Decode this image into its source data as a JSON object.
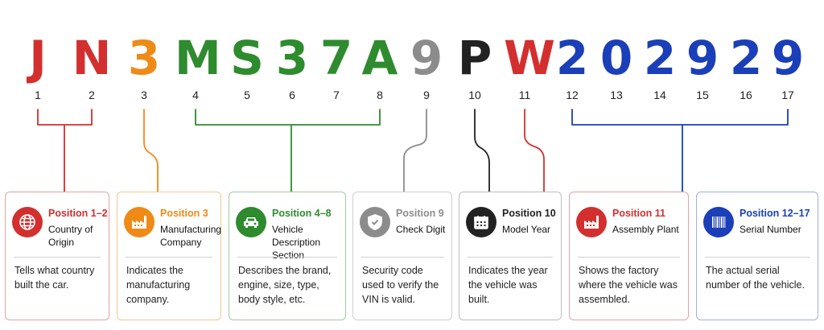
{
  "colors": {
    "red": "#d32f2f",
    "orange": "#ef8a17",
    "green": "#2e8b2e",
    "gray": "#8c8c8c",
    "black": "#222222",
    "blue": "#1a3fb8"
  },
  "vin": {
    "characters": [
      "J",
      "N",
      "3",
      "M",
      "S",
      "3",
      "7",
      "A",
      "9",
      "P",
      "W",
      "2",
      "0",
      "2",
      "9",
      "2",
      "9"
    ],
    "positions": [
      "1",
      "2",
      "3",
      "4",
      "5",
      "6",
      "7",
      "8",
      "9",
      "10",
      "11",
      "12",
      "13",
      "14",
      "15",
      "16",
      "17"
    ]
  },
  "cards": [
    {
      "position_label": "Position 1–2",
      "title": "Country of Origin",
      "description": "Tells what country built the car.",
      "color": "#d32f2f",
      "icon": "globe-icon"
    },
    {
      "position_label": "Position 3",
      "title": "Manufacturing Company",
      "description": "Indicates the manufacturing company.",
      "color": "#ef8a17",
      "icon": "factory-icon"
    },
    {
      "position_label": "Position 4–8",
      "title": "Vehicle Description Section",
      "description": "Describes the brand, engine, size, type, body style, etc.",
      "color": "#2e8b2e",
      "icon": "car-icon"
    },
    {
      "position_label": "Position 9",
      "title": "Check Digit",
      "description": "Security code used to verify the VIN is valid.",
      "color": "#8c8c8c",
      "icon": "shield-check-icon"
    },
    {
      "position_label": "Position 10",
      "title": "Model Year",
      "description": "Indicates the year the vehicle was built.",
      "color": "#222222",
      "icon": "calendar-icon"
    },
    {
      "position_label": "Position 11",
      "title": "Assembly Plant",
      "description": "Shows the factory where the vehicle was assembled.",
      "color": "#d32f2f",
      "icon": "factory-icon"
    },
    {
      "position_label": "Position 12–17",
      "title": "Serial Number",
      "description": "The actual serial number of the vehicle.",
      "color": "#1a3fb8",
      "icon": "barcode-icon"
    }
  ]
}
